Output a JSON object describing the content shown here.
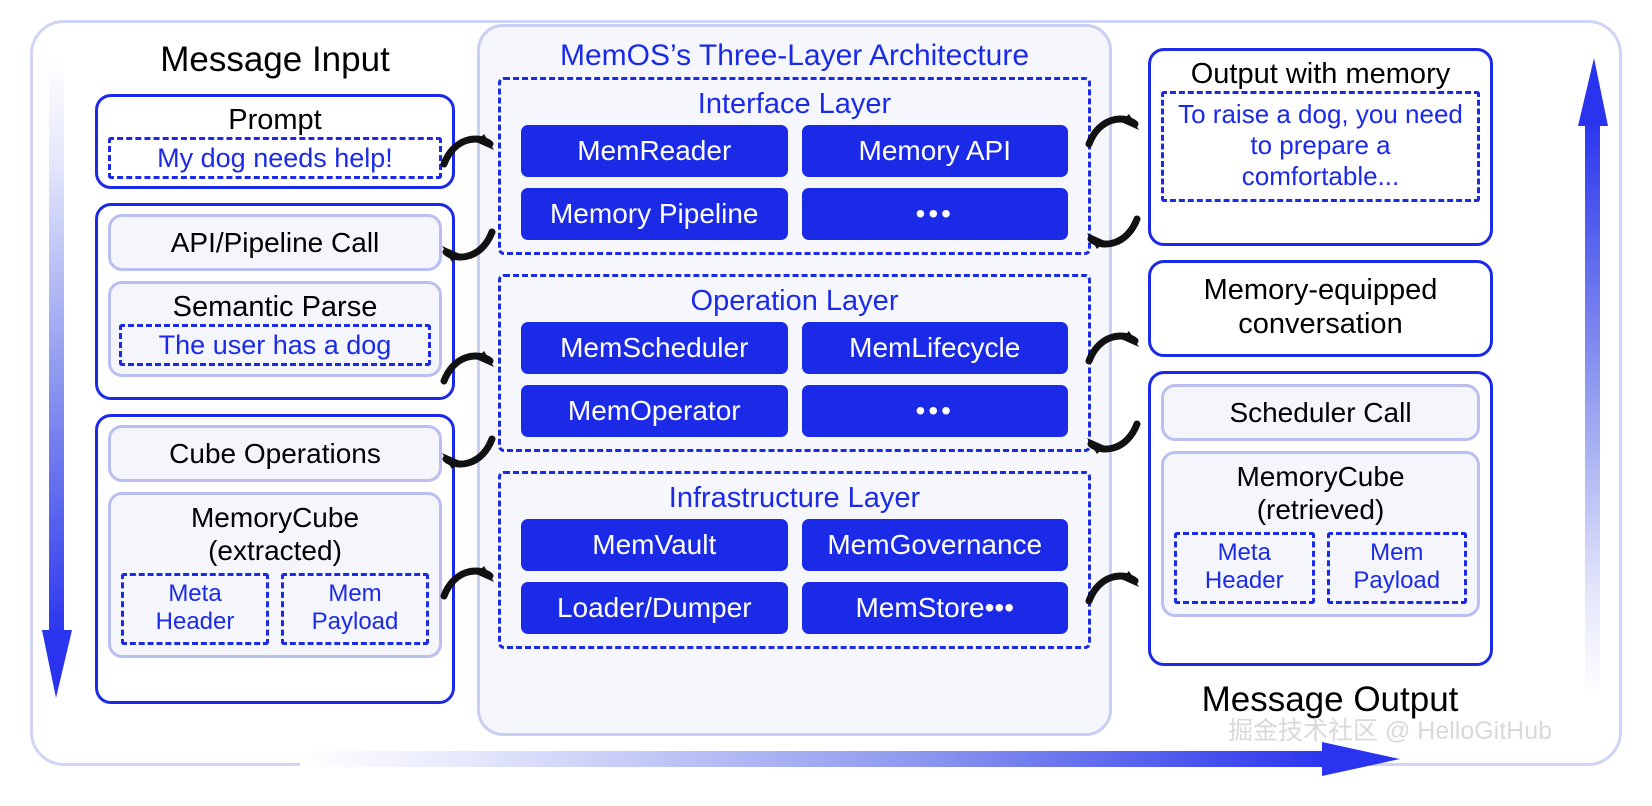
{
  "colors": {
    "brand_blue": "#1b2ae6",
    "panel_bg": "#f5f7fc",
    "light_border": "#c9cef3",
    "sub_card_border": "#b9bff0",
    "sub_card_bg": "#f4f6fb",
    "text_black": "#000000",
    "watermark_grey": "#d9d9d9"
  },
  "left": {
    "title": "Message Input",
    "prompt_box": {
      "label": "Prompt",
      "value": "My dog needs help!"
    },
    "parse_box": {
      "api_call": "API/Pipeline Call",
      "semantic_parse_label": "Semantic Parse",
      "semantic_parse_value": "The user has a dog"
    },
    "cube_box": {
      "cube_operations": "Cube Operations",
      "cube_title_line1": "MemoryCube",
      "cube_title_line2": "(extracted)",
      "chips": [
        {
          "line1": "Meta",
          "line2": "Header"
        },
        {
          "line1": "Mem",
          "line2": "Payload"
        }
      ]
    }
  },
  "center": {
    "title": "MemOS’s Three-Layer Architecture",
    "layers": [
      {
        "name": "Interface Layer",
        "items": [
          "MemReader",
          "Memory API",
          "Memory Pipeline",
          "•••"
        ]
      },
      {
        "name": "Operation Layer",
        "items": [
          "MemScheduler",
          "MemLifecycle",
          "MemOperator",
          "•••"
        ]
      },
      {
        "name": "Infrastructure Layer",
        "items": [
          "MemVault",
          "MemGovernance",
          "Loader/Dumper",
          "MemStore•••"
        ]
      }
    ]
  },
  "right": {
    "title": "Message Output",
    "output_box": {
      "label": "Output with memory",
      "value": "To raise a dog, you need to prepare a comfortable..."
    },
    "conversation_box": {
      "line1": "Memory-equipped",
      "line2": "conversation"
    },
    "scheduler_box": {
      "scheduler_call": "Scheduler Call",
      "cube_title_line1": "MemoryCube",
      "cube_title_line2": "(retrieved)",
      "chips": [
        {
          "line1": "Meta",
          "line2": "Header"
        },
        {
          "line1": "Mem",
          "line2": "Payload"
        }
      ]
    }
  },
  "watermark": {
    "text": "掘金技术社区 @ HelloGitHub"
  },
  "icons": {
    "flow_arrow_down": "arrow-down-icon",
    "flow_arrow_up": "arrow-up-icon",
    "flow_arrow_right": "arrow-right-icon",
    "curved_arrow_right": "curved-arrow-right-icon",
    "curved_arrow_left": "curved-arrow-left-icon"
  }
}
